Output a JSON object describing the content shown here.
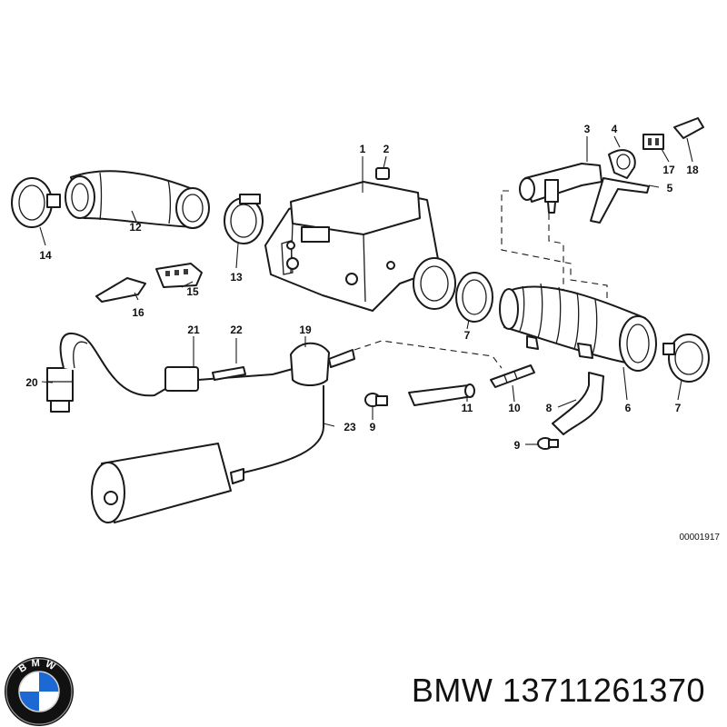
{
  "diagram": {
    "drawing_number": "00001917",
    "callouts": [
      "1",
      "2",
      "3",
      "4",
      "5",
      "6",
      "7",
      "7",
      "8",
      "9",
      "9",
      "10",
      "11",
      "12",
      "13",
      "14",
      "15",
      "16",
      "17",
      "18",
      "19",
      "20",
      "21",
      "22",
      "23"
    ]
  },
  "footer": {
    "brand": "BMW",
    "part_number": "13711261370",
    "logo_letters": "BMW",
    "colors": {
      "logo_blue": "#1c69d4",
      "logo_ring": "#111111",
      "text": "#111111"
    }
  }
}
